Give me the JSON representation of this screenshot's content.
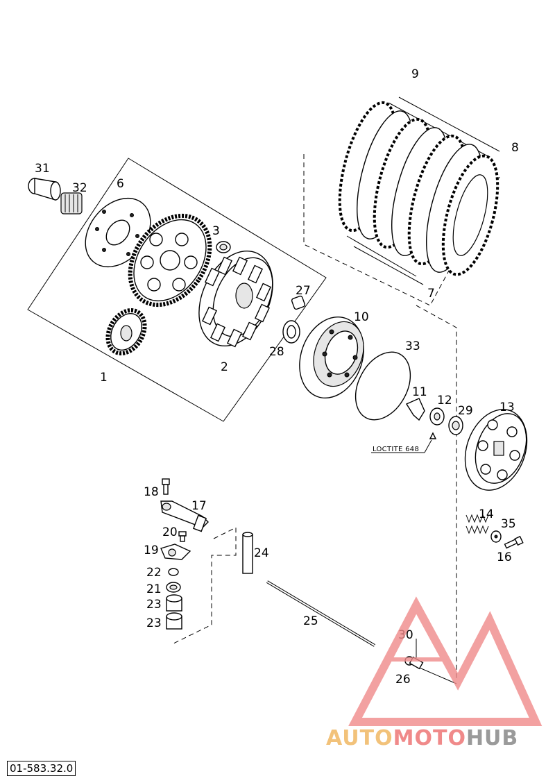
{
  "diagram": {
    "reference_number": "01-583.32.0",
    "loctite_label": "LOCTITE 648",
    "callouts": [
      {
        "id": "c9",
        "label": "9"
      },
      {
        "id": "c8",
        "label": "8"
      },
      {
        "id": "c31",
        "label": "31"
      },
      {
        "id": "c32",
        "label": "32"
      },
      {
        "id": "c6",
        "label": "6"
      },
      {
        "id": "c3",
        "label": "3"
      },
      {
        "id": "c7",
        "label": "7"
      },
      {
        "id": "c27",
        "label": "27"
      },
      {
        "id": "c10",
        "label": "10"
      },
      {
        "id": "c28",
        "label": "28"
      },
      {
        "id": "c33",
        "label": "33"
      },
      {
        "id": "c2",
        "label": "2"
      },
      {
        "id": "c1",
        "label": "1"
      },
      {
        "id": "c11",
        "label": "11"
      },
      {
        "id": "c12",
        "label": "12"
      },
      {
        "id": "c29",
        "label": "29"
      },
      {
        "id": "c13",
        "label": "13"
      },
      {
        "id": "c18",
        "label": "18"
      },
      {
        "id": "c17",
        "label": "17"
      },
      {
        "id": "c14",
        "label": "14"
      },
      {
        "id": "c35",
        "label": "35"
      },
      {
        "id": "c20",
        "label": "20"
      },
      {
        "id": "c19",
        "label": "19"
      },
      {
        "id": "c24",
        "label": "24"
      },
      {
        "id": "c16",
        "label": "16"
      },
      {
        "id": "c22",
        "label": "22"
      },
      {
        "id": "c21",
        "label": "21"
      },
      {
        "id": "c23a",
        "label": "23"
      },
      {
        "id": "c23b",
        "label": "23"
      },
      {
        "id": "c25",
        "label": "25"
      },
      {
        "id": "c30",
        "label": "30"
      },
      {
        "id": "c26",
        "label": "26"
      }
    ]
  },
  "watermark": {
    "part1": "AUTO",
    "part2": "MOTO",
    "part3": "HUB",
    "color_auto": "#f2c27a",
    "color_moto": "#f08a8a",
    "color_hub": "#9a9a9a"
  }
}
